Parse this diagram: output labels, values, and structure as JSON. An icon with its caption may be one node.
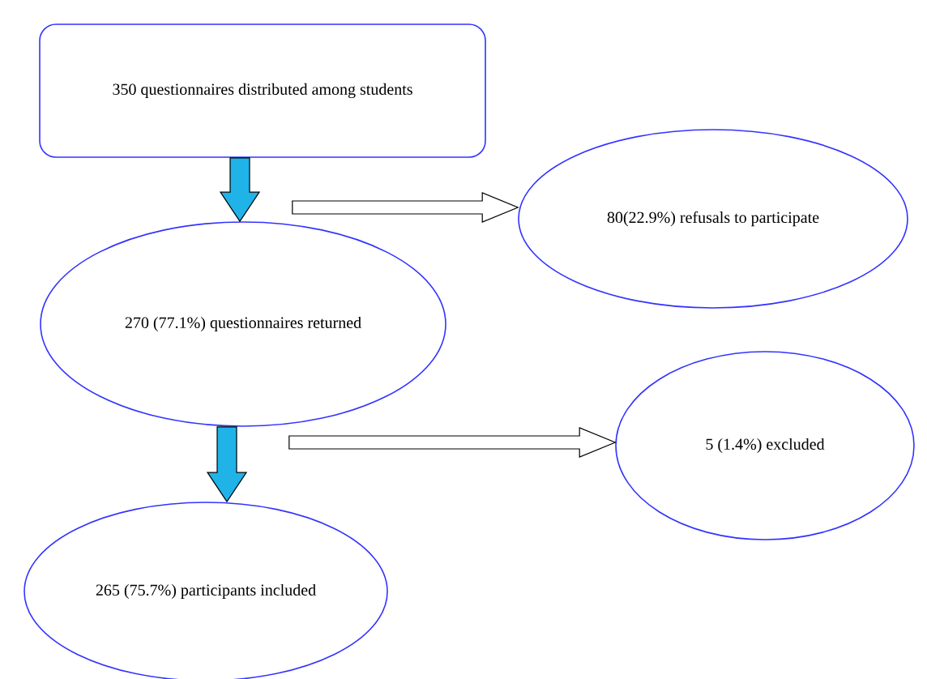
{
  "diagram": {
    "nodes": [
      {
        "text": [
          "350 questionnaires distributed among students"
        ]
      },
      {
        "text": [
          "270 (77.1%) questionnaires returned"
        ]
      },
      {
        "text": [
          "80(22.9%) refusals to participate"
        ]
      },
      {
        "text": [
          "265 (75.7%) participants included"
        ]
      },
      {
        "text": [
          "5 (1.4%) excluded"
        ]
      }
    ],
    "edges": [
      {
        "from": 0,
        "to": 1,
        "arrow": "to",
        "style": "thick",
        "color": "#1fb3e8"
      },
      {
        "from": 1,
        "to": 2,
        "arrow": "to"
      },
      {
        "from": 1,
        "to": 3,
        "arrow": "to",
        "style": "thick",
        "color": "#1fb3e8"
      },
      {
        "from": 1,
        "to": 4,
        "arrow": "to"
      }
    ]
  }
}
